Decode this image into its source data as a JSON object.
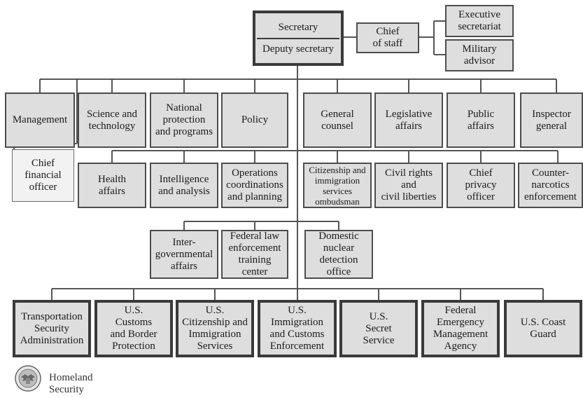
{
  "org": {
    "secretary": "Secretary",
    "deputy": "Deputy secretary",
    "chief_of_staff": "Chief\nof staff",
    "executive_secretariat": "Executive\nsecretariat",
    "military_advisor": "Military\nadvisor",
    "management": "Management",
    "science_technology": "Science and\ntechnology",
    "national_protection": "National\nprotection\nand programs",
    "policy": "Policy",
    "general_counsel": "General\ncounsel",
    "legislative_affairs": "Legislative\naffairs",
    "public_affairs": "Public\naffairs",
    "inspector_general": "Inspector\ngeneral",
    "chief_financial_officer": "Chief\nfinancial\nofficer",
    "health_affairs": "Health\naffairs",
    "intelligence_analysis": "Intelligence\nand analysis",
    "operations_coordination": "Operations\ncoordinations\nand planning",
    "citizenship_ombudsman": "Citizenship and\nimmigration\nservices\nombudsman",
    "civil_rights": "Civil rights\nand\ncivil liberties",
    "chief_privacy_officer": "Chief\nprivacy\nofficer",
    "counter_narcotics": "Counter-\nnarcotics\nenforcement",
    "intergovernmental_affairs": "Inter-\ngovernmental\naffairs",
    "federal_law_enforcement": "Federal law\nenforcement\ntraining\ncenter",
    "domestic_nuclear": "Domestic\nnuclear\ndetection\noffice",
    "tsa": "Transportation\nSecurity\nAdministration",
    "cbp": "U.S.\nCustoms\nand Border\nProtection",
    "uscis": "U.S.\nCitizenship and\nImmigration\nServices",
    "ice": "U.S.\nImmigration\nand Customs\nEnforcement",
    "secret_service": "U.S.\nSecret\nService",
    "fema": "Federal\nEmergency\nManagement\nAgency",
    "coast_guard": "U.S. Coast\nGuard"
  },
  "logo": {
    "line1": "Homeland",
    "line2": "Security"
  },
  "colors": {
    "box_fill": "#dedede",
    "box_border": "#4d4d4d",
    "line": "#555555"
  }
}
